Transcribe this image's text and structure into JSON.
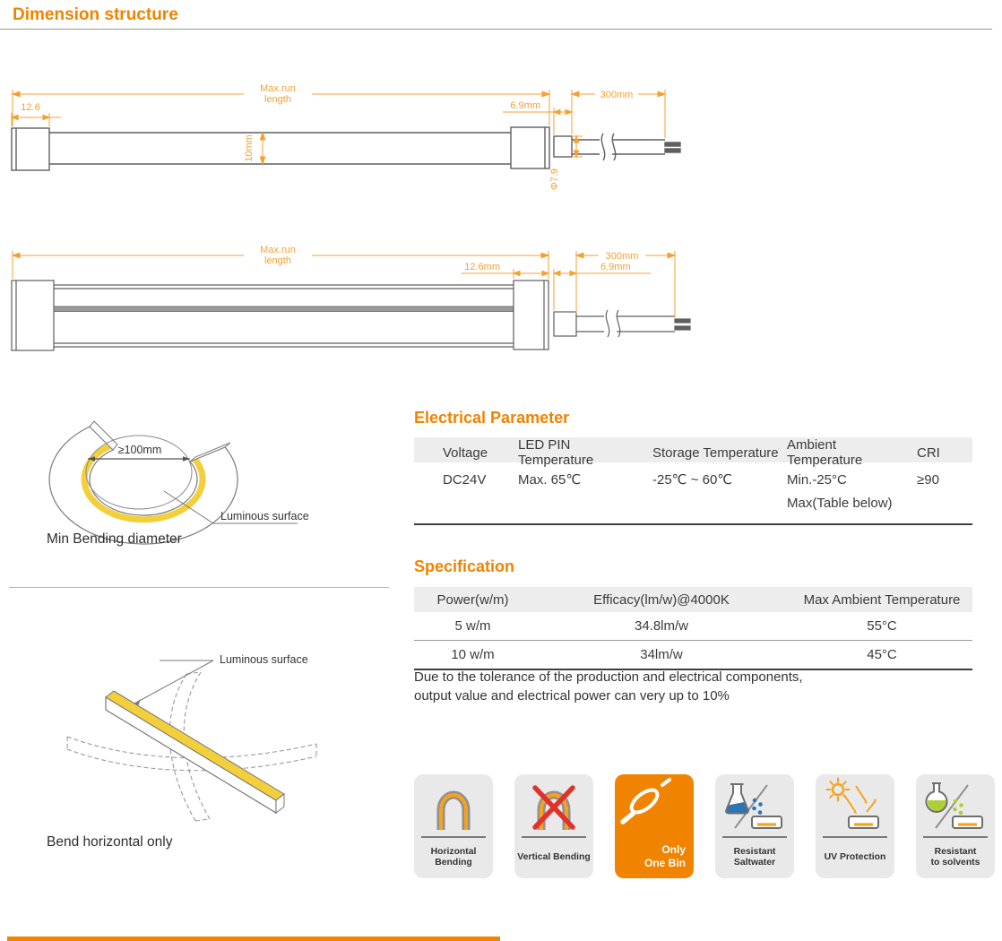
{
  "title": "Dimension structure",
  "drawing_side": {
    "max_run_1": "Max.run",
    "max_run_2": "length",
    "cap_width": "12.6",
    "strip_height": "10mm",
    "connector_len": "6.9mm",
    "cable_len": "300mm",
    "connector_dia": "Φ7.9"
  },
  "drawing_top": {
    "max_run_1": "Max.run",
    "max_run_2": "length",
    "cap_len": "12.6mm",
    "connector_len": "6.9mm",
    "cable_len": "300mm"
  },
  "min_bend": {
    "diameter": "≥100mm",
    "surface": "Luminous surface",
    "caption": "Min Bending diameter"
  },
  "horiz_bend": {
    "surface": "Luminous surface",
    "caption": "Bend horizontal only"
  },
  "electrical": {
    "title": "Electrical Parameter",
    "headers": [
      "Voltage",
      "LED PIN Temperature",
      "Storage Temperature",
      "Ambient Temperature",
      "CRI"
    ],
    "values": {
      "voltage": "DC24V",
      "led_pin": "Max. 65℃",
      "storage": "-25℃ ~ 60℃",
      "ambient1": "Min.-25°C",
      "ambient2": "Max(Table below)",
      "cri": "≥90"
    }
  },
  "specification": {
    "title": "Specification",
    "headers": [
      "Power(w/m)",
      "Efficacy(lm/w)@4000K",
      "Max Ambient Temperature"
    ],
    "rows": [
      {
        "power": "5 w/m",
        "efficacy": "34.8lm/w",
        "max_temp": "55°C"
      },
      {
        "power": "10 w/m",
        "efficacy": "34lm/w",
        "max_temp": "45°C"
      }
    ],
    "note1": "Due to the tolerance of the production and electrical components,",
    "note2": "output value and electrical power can very up to 10%"
  },
  "features": [
    {
      "icon": "horizontal-bend-arch-icon",
      "lines": [
        "Horizontal Bending"
      ]
    },
    {
      "icon": "vertical-bend-crossed-icon",
      "lines": [
        "Vertical Bending"
      ]
    },
    {
      "icon": "one-bin-icon",
      "lines": [
        "Only",
        "One Bin"
      ]
    },
    {
      "icon": "flask-saltwater-icon",
      "lines": [
        "Resistant",
        "Saltwater"
      ]
    },
    {
      "icon": "uv-sun-icon",
      "lines": [
        "UV Protection"
      ]
    },
    {
      "icon": "flask-solvent-icon",
      "lines": [
        "Resistant",
        "to solvents"
      ]
    }
  ],
  "colors": {
    "accent": "#F08300",
    "dimension": "#F5A031",
    "luminous_yellow": "#F2CF3B",
    "saltwater_blue": "#2E74B5",
    "solvent_green": "#AECF38",
    "cross_red": "#E0312A",
    "card_bg": "#E9E9EA",
    "table_header_bg": "#EDEDED"
  }
}
